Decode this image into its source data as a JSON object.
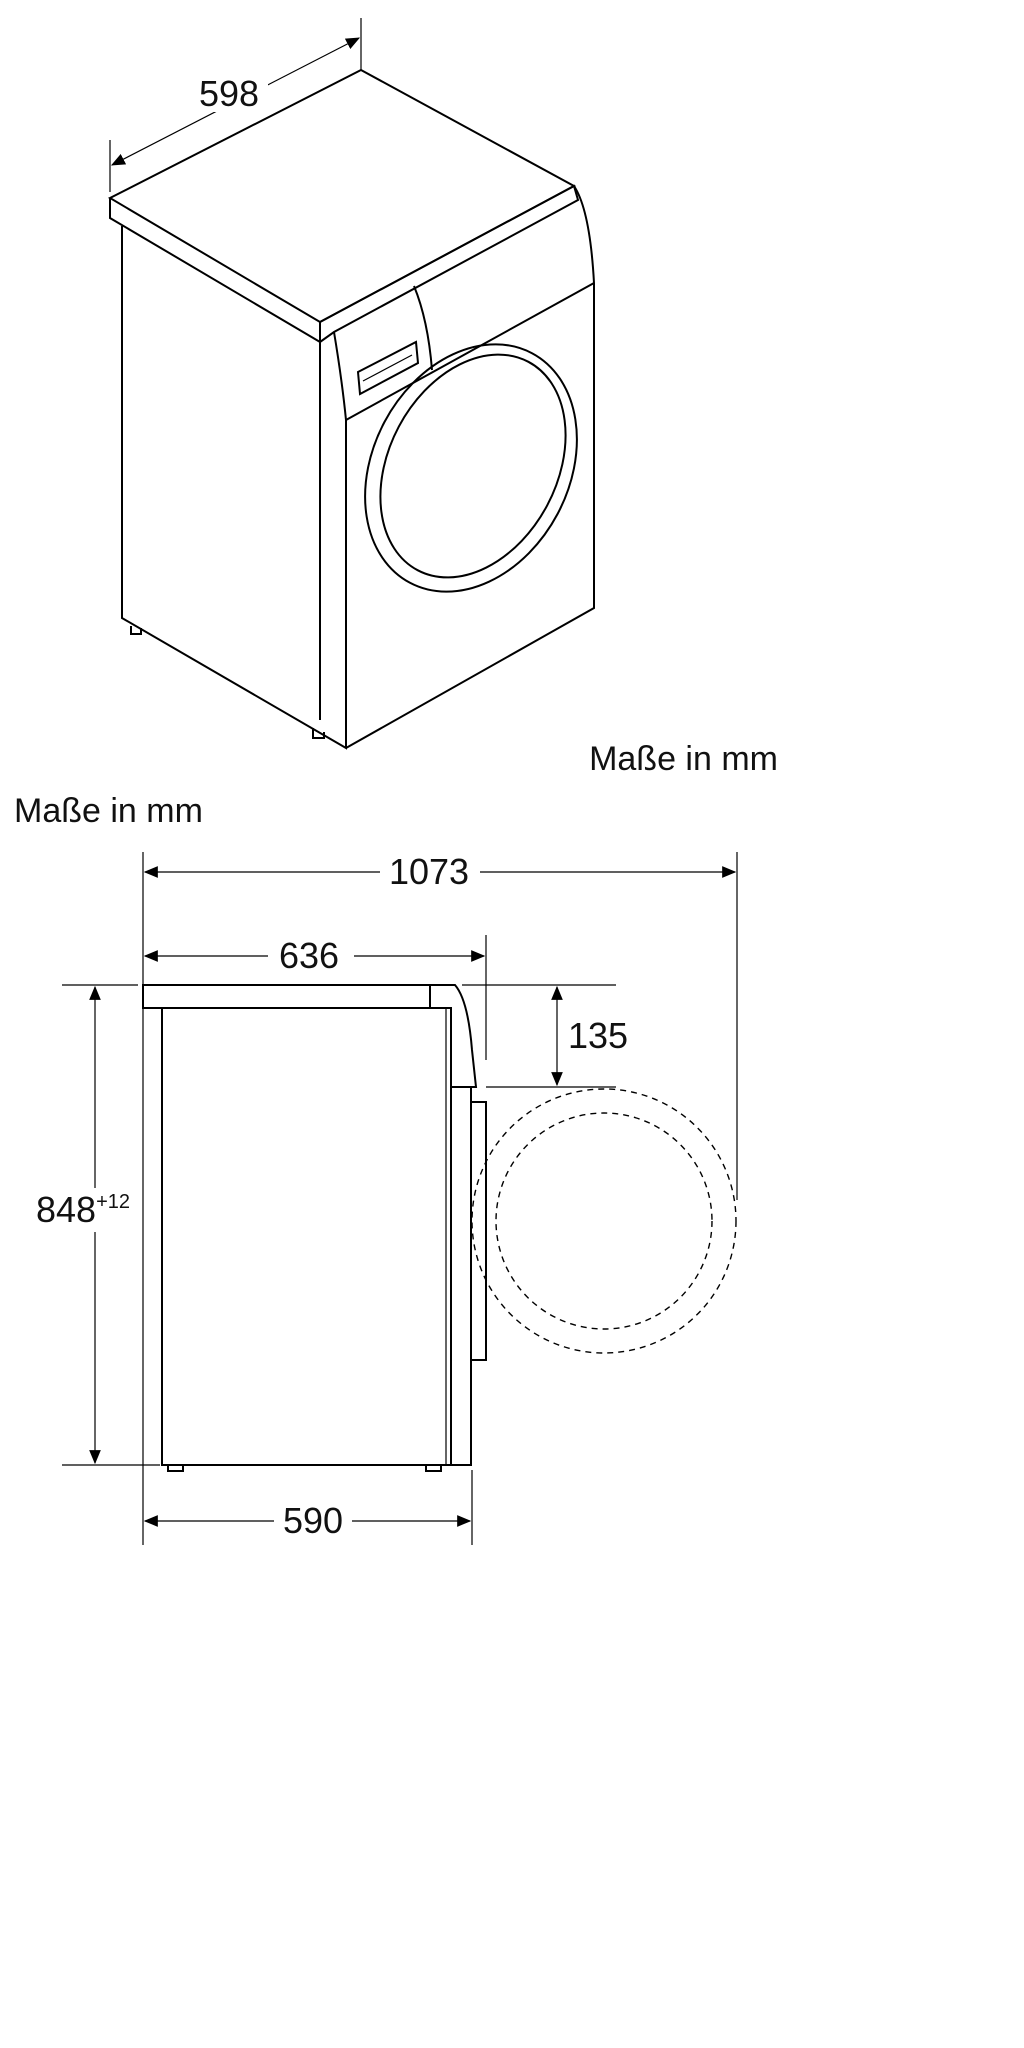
{
  "diagram": {
    "caption_top": "Maße in mm",
    "caption_bottom": "Maße in mm",
    "dimensions": {
      "width": "598",
      "total_depth": "1073",
      "depth": "636",
      "panel_height": "135",
      "height": "848",
      "height_tolerance": "+12",
      "base_depth": "590"
    },
    "colors": {
      "line": "#000000",
      "background": "#ffffff"
    }
  }
}
